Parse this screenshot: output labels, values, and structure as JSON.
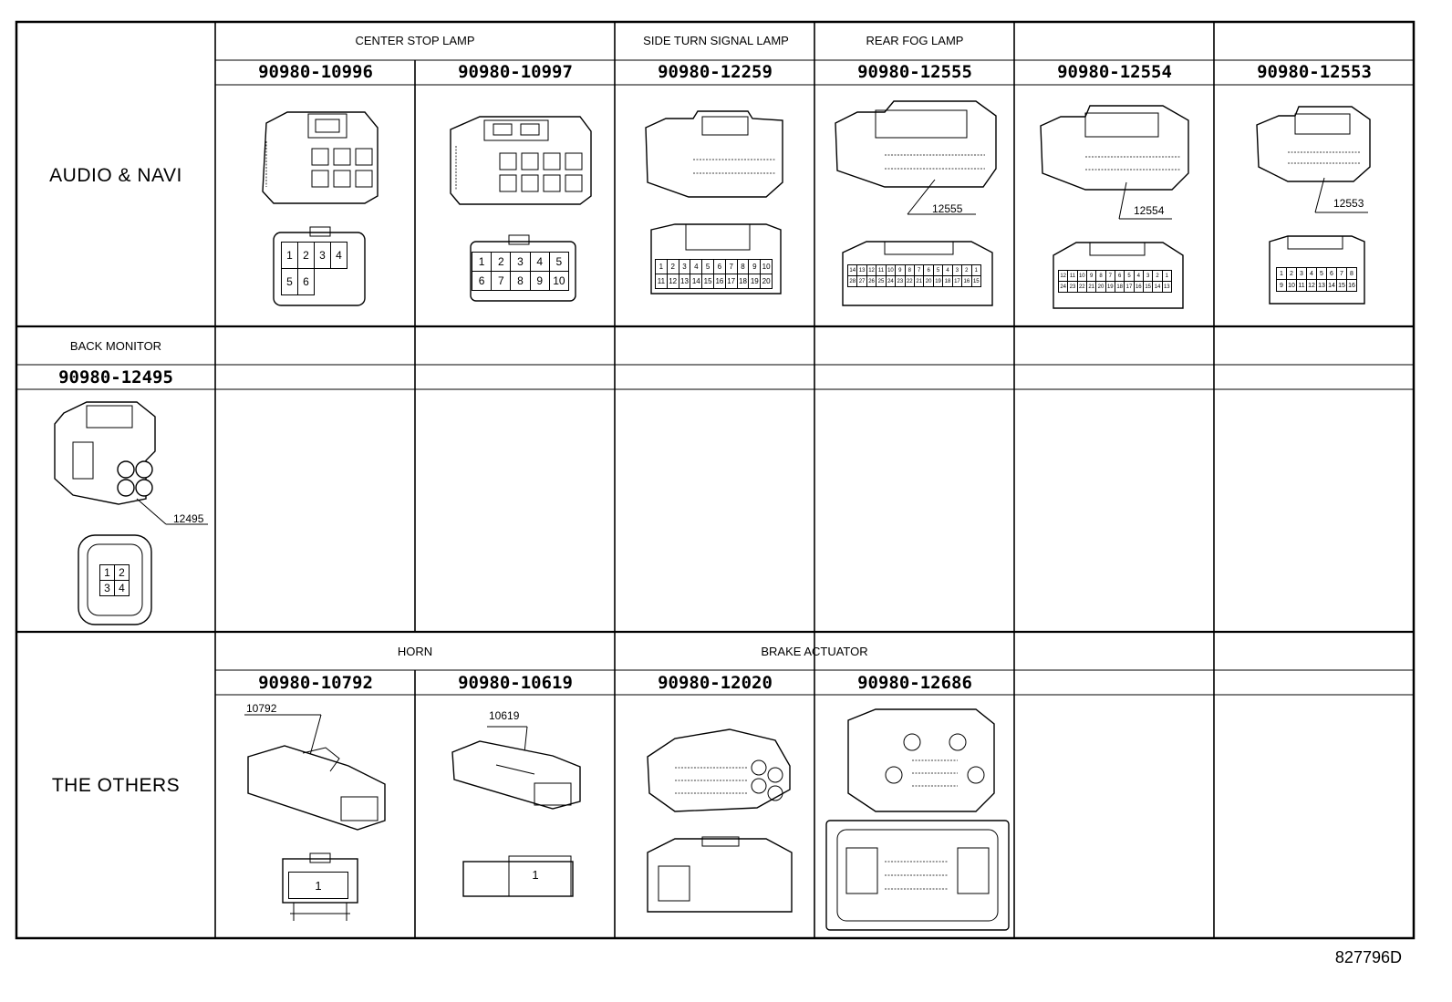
{
  "sections": {
    "audio_navi": "AUDIO & NAVI",
    "back_monitor": "BACK MONITOR",
    "the_others": "THE OTHERS"
  },
  "groups": {
    "center_stop_lamp": "CENTER STOP LAMP",
    "side_turn_signal_lamp": "SIDE TURN SIGNAL LAMP",
    "rear_fog_lamp": "REAR FOG LAMP",
    "horn": "HORN",
    "brake_actuator": "BRAKE ACTUATOR"
  },
  "part_numbers": {
    "p10996": "90980-10996",
    "p10997": "90980-10997",
    "p12259": "90980-12259",
    "p12555": "90980-12555",
    "p12554": "90980-12554",
    "p12553": "90980-12553",
    "p12495": "90980-12495",
    "p10792": "90980-10792",
    "p10619": "90980-10619",
    "p12020": "90980-12020",
    "p12686": "90980-12686"
  },
  "callouts": {
    "c12555": "12555",
    "c12554": "12554",
    "c12553": "12553",
    "c12495": "12495",
    "c10792": "10792",
    "c10619": "10619"
  },
  "pins": {
    "p10996": [
      "1",
      "2",
      "3",
      "4",
      "5",
      "6"
    ],
    "p10997": [
      "1",
      "2",
      "3",
      "4",
      "5",
      "6",
      "7",
      "8",
      "9",
      "10"
    ],
    "p12259_top": [
      "1",
      "2",
      "3",
      "4",
      "5",
      "6",
      "7",
      "8",
      "9",
      "10"
    ],
    "p12259_bottom": [
      "11",
      "12",
      "13",
      "14",
      "15",
      "16",
      "17",
      "18",
      "19",
      "20"
    ],
    "p12555_top": [
      "14",
      "13",
      "12",
      "11",
      "10",
      "9",
      "8",
      "7",
      "6",
      "5",
      "4",
      "3",
      "2",
      "1"
    ],
    "p12555_bottom": [
      "28",
      "27",
      "26",
      "25",
      "24",
      "23",
      "22",
      "21",
      "20",
      "19",
      "18",
      "17",
      "16",
      "15"
    ],
    "p12554_top": [
      "12",
      "11",
      "10",
      "9",
      "8",
      "7",
      "6",
      "5",
      "4",
      "3",
      "2",
      "1"
    ],
    "p12554_bottom": [
      "24",
      "23",
      "22",
      "21",
      "20",
      "19",
      "18",
      "17",
      "16",
      "15",
      "14",
      "13"
    ],
    "p12553_top": [
      "1",
      "2",
      "3",
      "4",
      "5",
      "6",
      "7",
      "8"
    ],
    "p12553_bottom": [
      "9",
      "10",
      "11",
      "12",
      "13",
      "14",
      "15",
      "16"
    ],
    "p12495": [
      "1",
      "2",
      "3",
      "4"
    ],
    "p10792": [
      "1"
    ],
    "p10619": [
      "1"
    ]
  },
  "diagram_code": "827796D"
}
